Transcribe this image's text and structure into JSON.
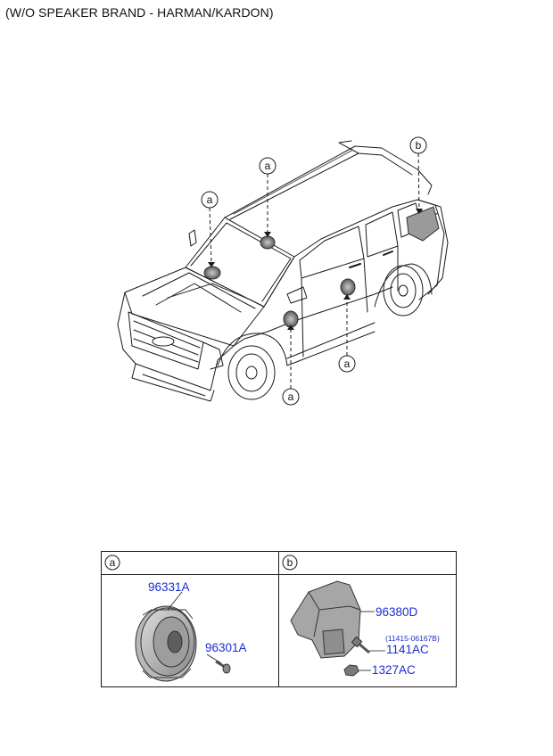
{
  "title": "(W/O SPEAKER BRAND - HARMAN/KARDON)",
  "callouts": {
    "a": "a",
    "b": "b"
  },
  "table": {
    "col_a_label": "a",
    "col_b_label": "b"
  },
  "parts": {
    "p96331A": "96331A",
    "p96301A": "96301A",
    "p96380D": "96380D",
    "p1141AC_ref": "(11415-06167B)",
    "p1141AC": "1141AC",
    "p1327AC": "1327AC"
  },
  "colors": {
    "part_number": "#1b2fd1",
    "line": "#111111"
  }
}
